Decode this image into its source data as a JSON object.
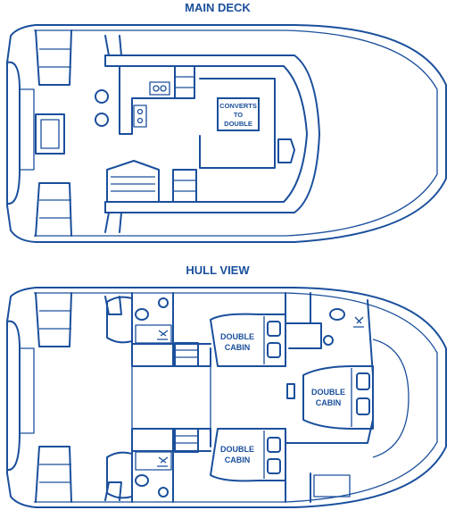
{
  "colors": {
    "line": "#1a4f9c",
    "background": "#ffffff"
  },
  "main_deck": {
    "title": "MAIN DECK",
    "sofa_label_lines": [
      "CONVERTS",
      "TO",
      "DOUBLE"
    ]
  },
  "hull_view": {
    "title": "HULL VIEW",
    "cabins": [
      {
        "lines": [
          "DOUBLE",
          "CABIN"
        ]
      },
      {
        "lines": [
          "DOUBLE",
          "CABIN"
        ]
      },
      {
        "lines": [
          "DOUBLE",
          "CABIN"
        ]
      }
    ]
  }
}
